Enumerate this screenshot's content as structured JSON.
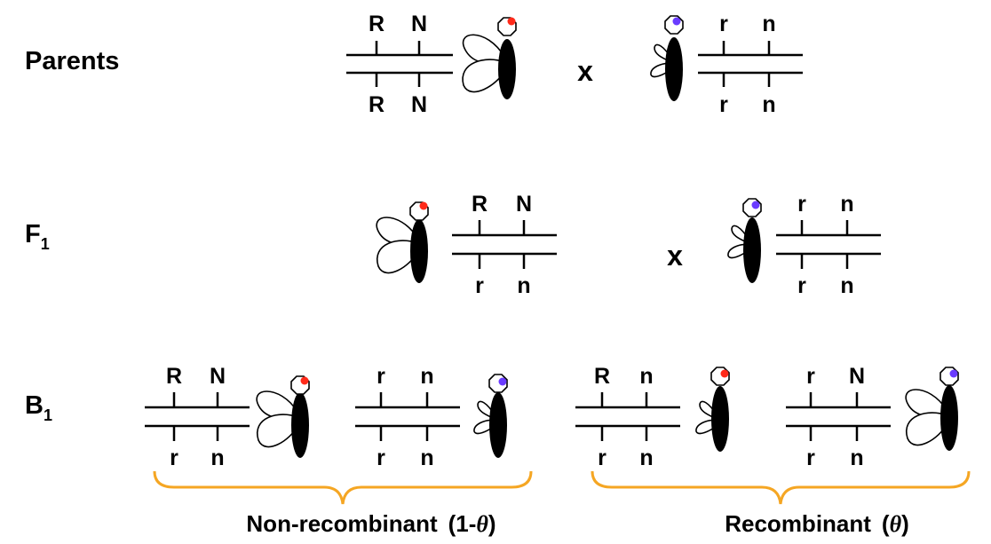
{
  "rows": {
    "parents": "Parents",
    "f1": {
      "base": "F",
      "sub": "1"
    },
    "b1": {
      "base": "B",
      "sub": "1"
    }
  },
  "cross_symbol": "x",
  "parents": {
    "left": {
      "top": [
        "R",
        "N"
      ],
      "bottom": [
        "R",
        "N"
      ],
      "eye": "red",
      "wings": "normal"
    },
    "right": {
      "top": [
        "r",
        "n"
      ],
      "bottom": [
        "r",
        "n"
      ],
      "eye": "purple",
      "wings": "reduced"
    }
  },
  "f1": {
    "left": {
      "top": [
        "R",
        "N"
      ],
      "bottom": [
        "r",
        "n"
      ],
      "eye": "red",
      "wings": "normal"
    },
    "right": {
      "top": [
        "r",
        "n"
      ],
      "bottom": [
        "r",
        "n"
      ],
      "eye": "purple",
      "wings": "reduced"
    }
  },
  "b1": [
    {
      "top": [
        "R",
        "N"
      ],
      "bottom": [
        "r",
        "n"
      ],
      "eye": "red",
      "wings": "normal"
    },
    {
      "top": [
        "r",
        "n"
      ],
      "bottom": [
        "r",
        "n"
      ],
      "eye": "purple",
      "wings": "reduced"
    },
    {
      "top": [
        "R",
        "n"
      ],
      "bottom": [
        "r",
        "n"
      ],
      "eye": "red",
      "wings": "reduced"
    },
    {
      "top": [
        "r",
        "N"
      ],
      "bottom": [
        "r",
        "n"
      ],
      "eye": "purple",
      "wings": "normal"
    }
  ],
  "brackets": {
    "nonrecombinant": {
      "text": "Non-recombinant",
      "formula_open": "(1-",
      "theta": "θ",
      "formula_close": ")"
    },
    "recombinant": {
      "text": "Recombinant",
      "formula_open": "(",
      "theta": "θ",
      "formula_close": ")"
    }
  },
  "colors": {
    "red_eye": "#ff2a1a",
    "purple_eye": "#6a3cff",
    "bracket": "#f5a623",
    "ink": "#000000"
  }
}
